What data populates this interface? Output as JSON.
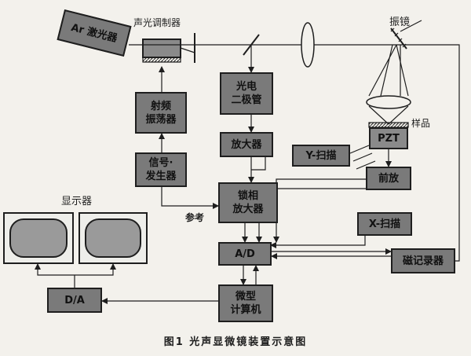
{
  "blocks": {
    "ar_laser": "Ar 激光器",
    "photodiode": "光电\n二极管",
    "rf_oscillator": "射频\n振荡器",
    "amplifier": "放大器",
    "signal_generator": "信号·\n发生器",
    "y_scan": "Y-扫描",
    "pzt": "PZT",
    "preamp": "前放",
    "lockin_amplifier": "锁相\n放大器",
    "x_scan": "X-扫描",
    "ad": "A/D",
    "magnetic_recorder": "磁记录器",
    "da": "D/A",
    "microcomputer": "微型\n计算机"
  },
  "labels": {
    "acousto_optic_modulator": "声光调制器",
    "galvo_mirror": "振镜",
    "sample": "样品",
    "display": "显示器",
    "reference": "参考"
  },
  "caption": "图1   光声显微镜装置示意图"
}
